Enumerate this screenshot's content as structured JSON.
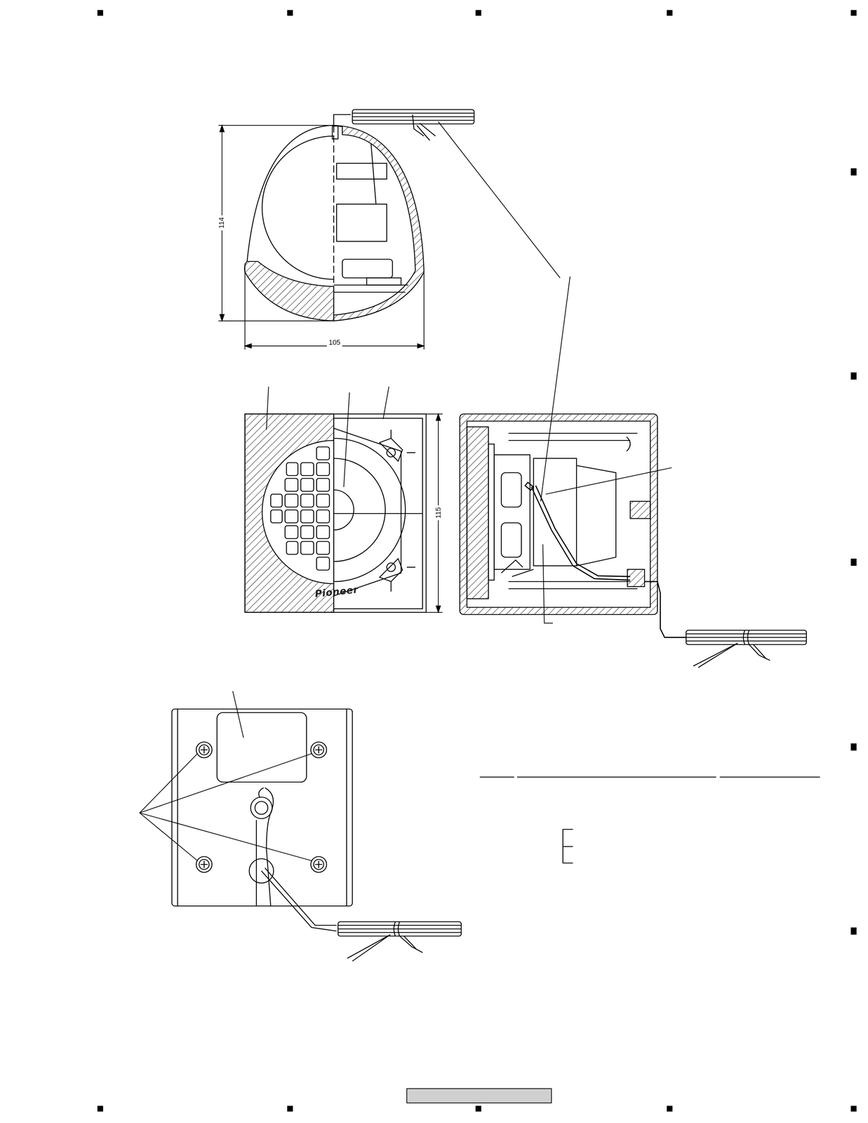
{
  "diagram": {
    "labels": [
      "114",
      "105",
      "115",
      "Pioneer"
    ]
  }
}
